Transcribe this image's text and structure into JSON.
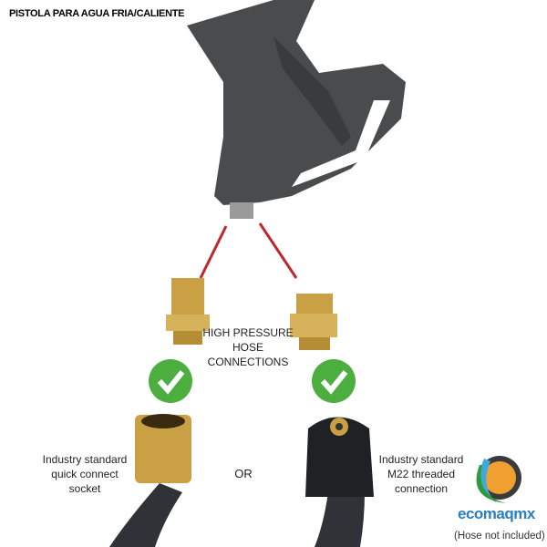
{
  "title": "PISTOLA PARA AGUA FRIA/CALIENTE",
  "center_label": [
    "HIGH PRESSURE",
    "HOSE",
    "CONNECTIONS"
  ],
  "left_label": [
    "Industry standard",
    "quick connect",
    "socket"
  ],
  "right_label": [
    "Industry standard",
    "M22 threaded",
    "connection"
  ],
  "or_label": "OR",
  "logo_text": "ecomaqmx",
  "footnote": "(Hose not included)",
  "colors": {
    "check": "#4cae3f",
    "pointer_line": "#c0272d",
    "brass": "#c9a144",
    "gun": "#4a4b4d"
  }
}
